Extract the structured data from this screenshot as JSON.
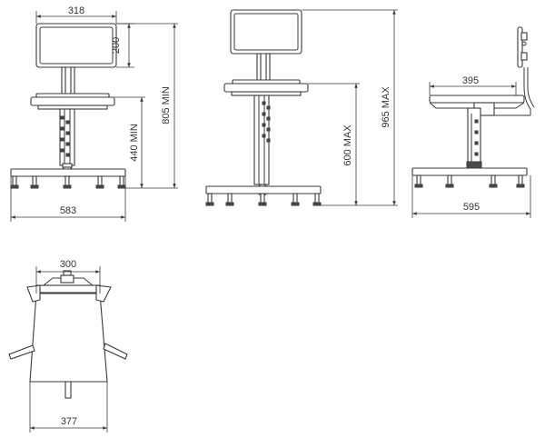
{
  "dimensions": {
    "front_backrest_width": "318",
    "front_backrest_height": "200",
    "front_total_height": "805 MIN",
    "front_seat_height": "440 MIN",
    "front_base_width": "583",
    "side_total_height": "965 MAX",
    "side_seat_height": "600 MAX",
    "profile_seat_depth": "395",
    "profile_base_depth": "595",
    "top_seat_width": "300",
    "top_base_width": "377"
  }
}
